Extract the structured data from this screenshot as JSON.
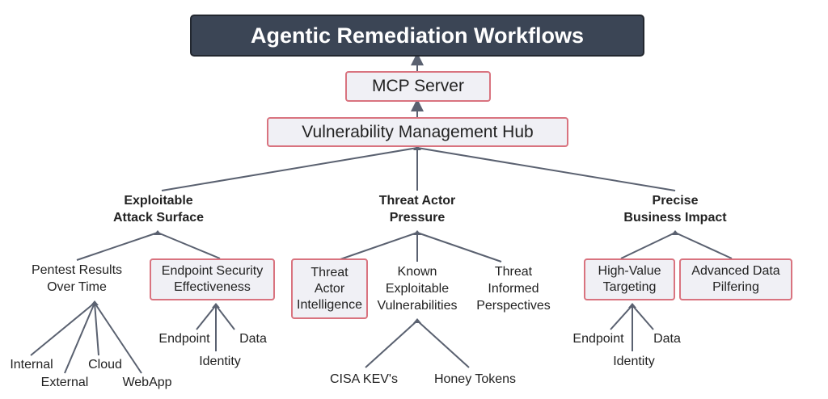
{
  "title": "Agentic Remediation Workflows",
  "mcp_server": "MCP Server",
  "hub": "Vulnerability Management Hub",
  "groups": {
    "exploitable": {
      "title": "Exploitable\nAttack Surface",
      "pentest": "Pentest Results\nOver Time",
      "endpoint_security": "Endpoint Security\nEffectiveness",
      "pentest_children": [
        "Internal",
        "External",
        "Cloud",
        "WebApp"
      ],
      "endpoint_children": [
        "Endpoint",
        "Identity",
        "Data"
      ]
    },
    "threat": {
      "title": "Threat Actor\nPressure",
      "intel": "Threat\nActor\nIntelligence",
      "known": "Known\nExploitable\nVulnerabilities",
      "perspectives": "Threat\nInformed\nPerspectives",
      "known_children": [
        "CISA KEV's",
        "Honey Tokens"
      ]
    },
    "business": {
      "title": "Precise\nBusiness Impact",
      "targeting": "High-Value\nTargeting",
      "pilfering": "Advanced Data\nPilfering",
      "targeting_children": [
        "Endpoint",
        "Identity",
        "Data"
      ]
    }
  },
  "colors": {
    "title_bg": "#3b4555",
    "box_border": "#d9737f",
    "box_bg": "#f0f0f5",
    "line": "#5a6170"
  }
}
